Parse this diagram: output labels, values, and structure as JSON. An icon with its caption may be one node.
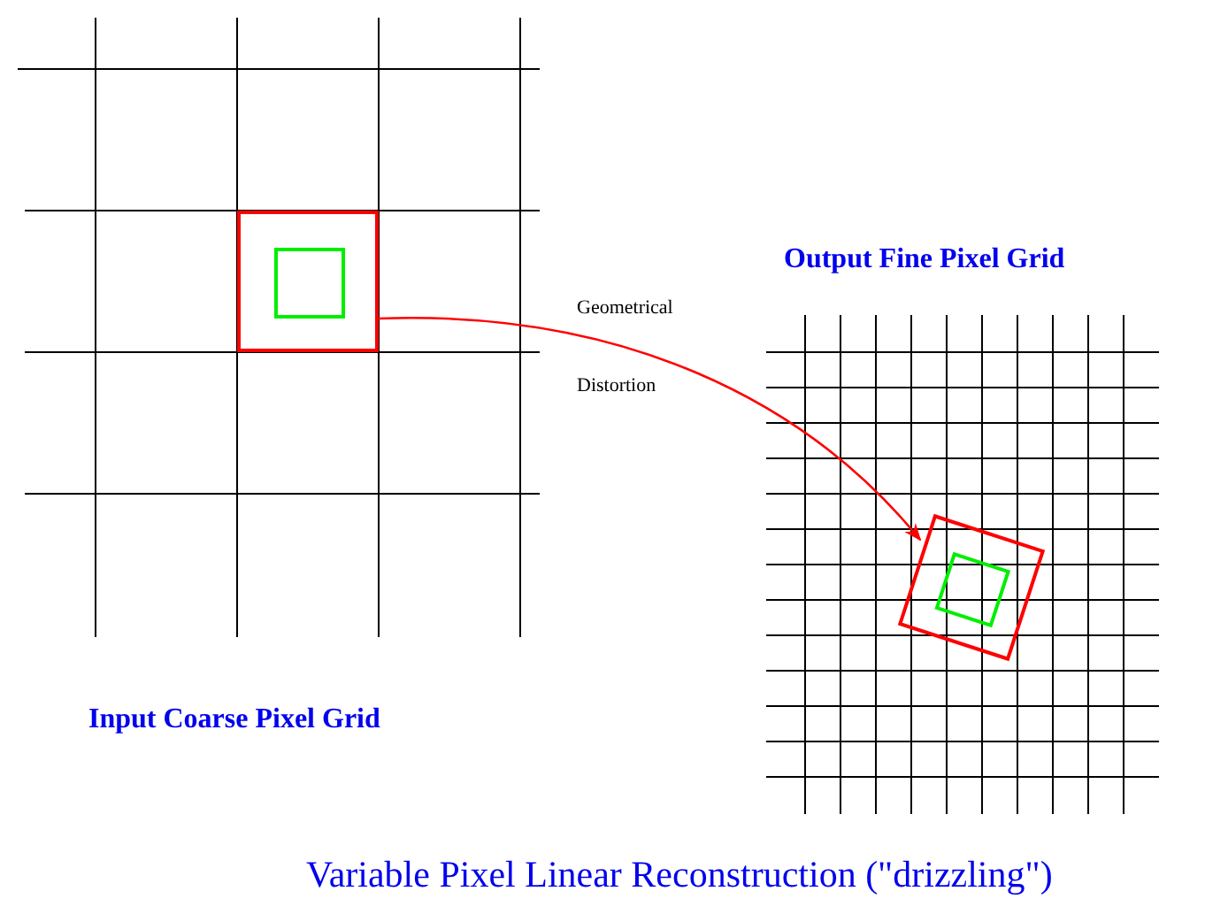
{
  "diagram": {
    "caption": "Variable Pixel Linear Reconstruction (\"drizzling\")",
    "nodes": [
      {
        "text": [],
        "shape": "box"
      },
      {
        "text": [],
        "shape": "box",
        "in": 0
      },
      {
        "text": [],
        "shape": "box"
      },
      {
        "text": [],
        "shape": "box",
        "in": 2
      }
    ],
    "edges": [
      {
        "from": 0,
        "to": 2,
        "arrow": "to",
        "label": "Geometrical Distortion"
      }
    ],
    "labels": [
      "Output Fine Pixel Grid",
      "Input Coarse Pixel Grid"
    ]
  }
}
